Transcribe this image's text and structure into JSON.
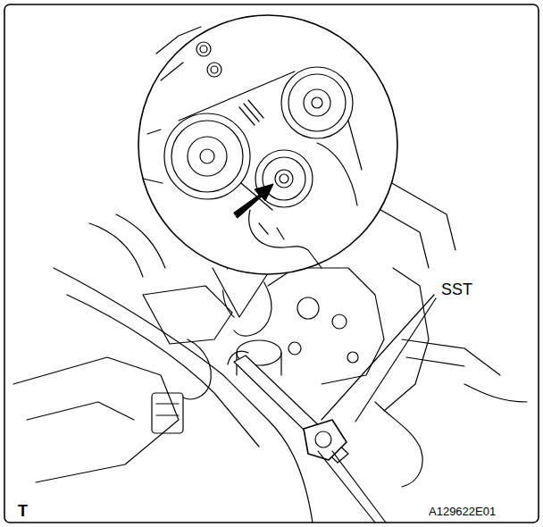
{
  "diagram": {
    "labels": [
      "SST",
      "T",
      "A129622E01"
    ]
  }
}
